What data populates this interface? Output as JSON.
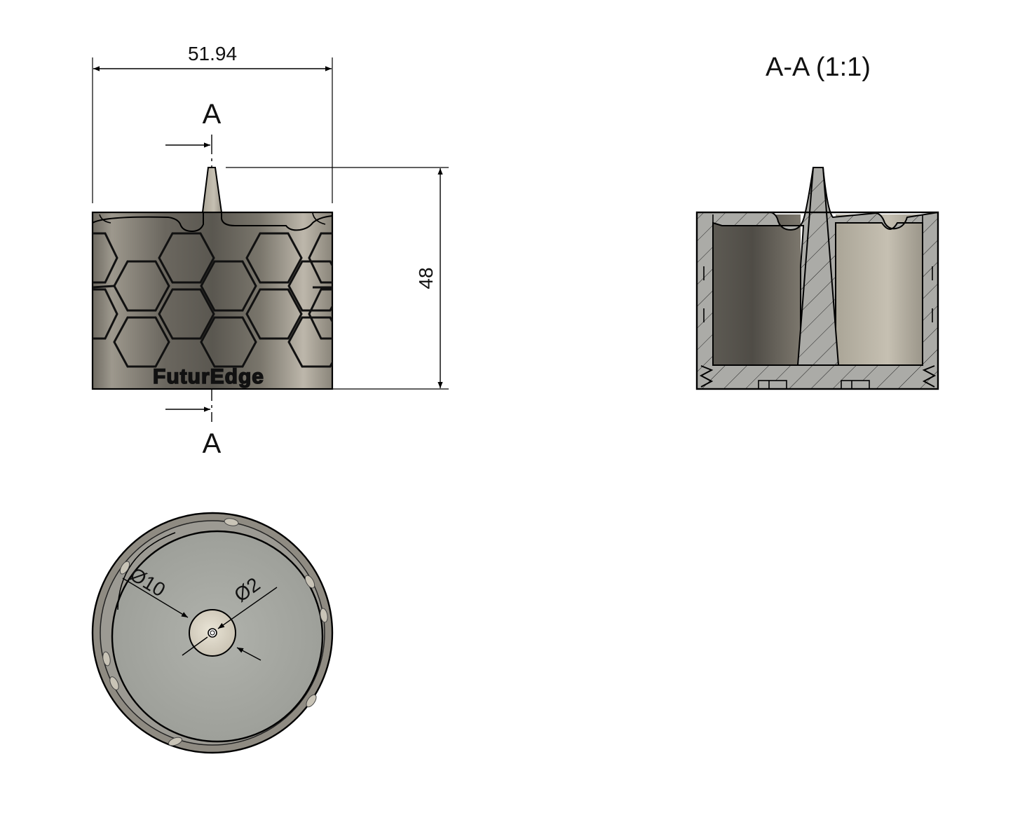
{
  "front_view": {
    "width_dimension": "51.94",
    "height_dimension": "48",
    "section_mark_top": "A",
    "section_mark_bottom": "A",
    "logo_text": "FuturEdge"
  },
  "section_view": {
    "title": "A-A (1:1)"
  },
  "bottom_view": {
    "outer_diameter_label": "Ø10",
    "inner_diameter_label": "Ø2"
  },
  "colors": {
    "metal_dark": "#5a5750",
    "metal_light": "#bdb7ab",
    "hatch_fill": "#aaa8a3",
    "bottom_face": "#a9aba5",
    "center_boss": "#dcd6c8"
  }
}
